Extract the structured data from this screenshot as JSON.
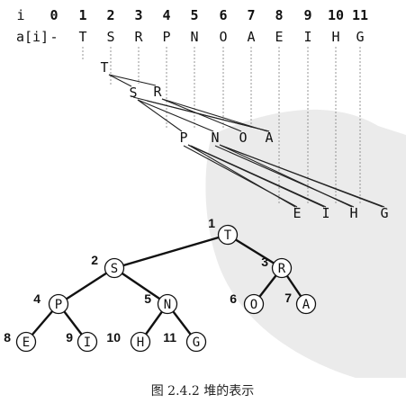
{
  "array": {
    "row_labels": {
      "index": "i",
      "value": "a[i]"
    },
    "indices": [
      "0",
      "1",
      "2",
      "3",
      "4",
      "5",
      "6",
      "7",
      "8",
      "9",
      "10",
      "11"
    ],
    "values": [
      "-",
      "T",
      "S",
      "R",
      "P",
      "N",
      "O",
      "A",
      "E",
      "I",
      "H",
      "G"
    ]
  },
  "levels": [
    [
      "T"
    ],
    [
      "S",
      "R"
    ],
    [
      "P",
      "N",
      "O",
      "A"
    ],
    [
      "E",
      "I",
      "H",
      "G"
    ]
  ],
  "tree": {
    "nodes": [
      {
        "i": "1",
        "letter": "T"
      },
      {
        "i": "2",
        "letter": "S"
      },
      {
        "i": "3",
        "letter": "R"
      },
      {
        "i": "4",
        "letter": "P"
      },
      {
        "i": "5",
        "letter": "N"
      },
      {
        "i": "6",
        "letter": "O"
      },
      {
        "i": "7",
        "letter": "A"
      },
      {
        "i": "8",
        "letter": "E"
      },
      {
        "i": "9",
        "letter": "I"
      },
      {
        "i": "10",
        "letter": "H"
      },
      {
        "i": "11",
        "letter": "G"
      }
    ],
    "edges": [
      [
        "1",
        "2"
      ],
      [
        "1",
        "3"
      ],
      [
        "2",
        "4"
      ],
      [
        "2",
        "5"
      ],
      [
        "3",
        "6"
      ],
      [
        "3",
        "7"
      ],
      [
        "4",
        "8"
      ],
      [
        "4",
        "9"
      ],
      [
        "5",
        "10"
      ],
      [
        "5",
        "11"
      ]
    ]
  },
  "caption": "图 2.4.2   堆的表示"
}
